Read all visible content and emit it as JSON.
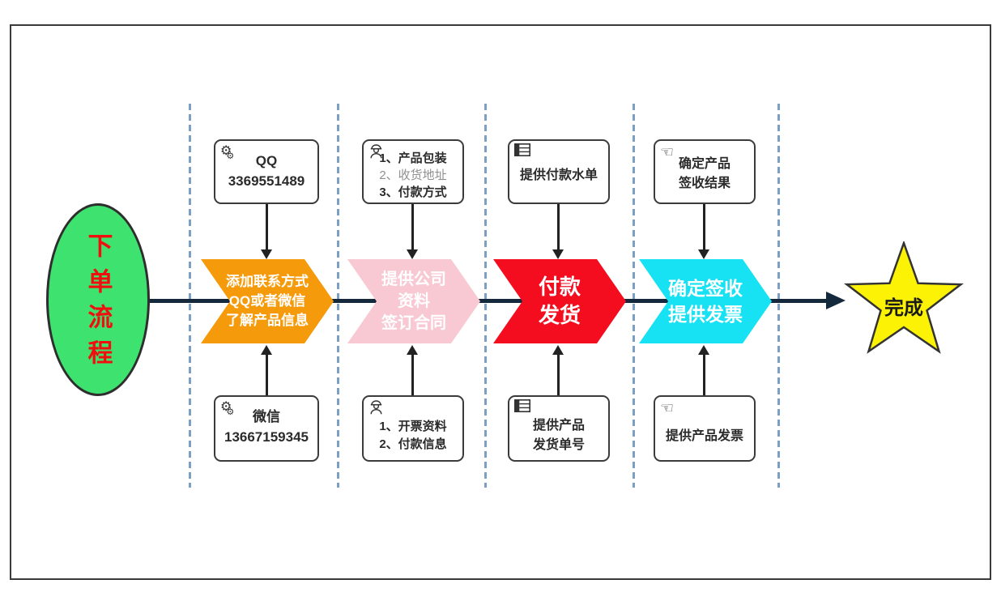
{
  "diagram": {
    "start": {
      "label": "下单流程"
    },
    "finish": {
      "label": "完成"
    },
    "chevrons": [
      {
        "name": "add-contact",
        "lines": [
          "添加联系方式",
          "QQ或者微信",
          "了解产品信息"
        ],
        "color": "#f59b0b"
      },
      {
        "name": "provide-company-info",
        "lines": [
          "提供公司",
          "资料",
          "签订合同"
        ],
        "color": "#f8c9d2"
      },
      {
        "name": "pay-and-ship",
        "lines": [
          "付款",
          "发货"
        ],
        "color": "#f30d1e"
      },
      {
        "name": "confirm-sign-invoice",
        "lines": [
          "确定签收",
          "提供发票"
        ],
        "color": "#17e2f4"
      }
    ],
    "boxes": {
      "top": [
        {
          "icon": "gears-icon",
          "lines": [
            "QQ",
            "3369551489"
          ]
        },
        {
          "icon": "worker-icon",
          "lines": [
            "1、产品包装",
            "2、收货地址",
            "3、付款方式"
          ]
        },
        {
          "icon": "table-icon",
          "lines": [
            "提供付款水单"
          ]
        },
        {
          "icon": "hand-icon",
          "lines": [
            "确定产品",
            "签收结果"
          ]
        }
      ],
      "bottom": [
        {
          "icon": "gears-icon",
          "lines": [
            "微信",
            "13667159345"
          ]
        },
        {
          "icon": "worker-icon",
          "lines": [
            "1、开票资料",
            "2、付款信息"
          ]
        },
        {
          "icon": "table-icon",
          "lines": [
            "提供产品",
            "发货单号"
          ]
        },
        {
          "icon": "hand-icon",
          "lines": [
            "提供产品发票"
          ]
        }
      ]
    },
    "colors": {
      "start_ellipse": "#3ee26e",
      "start_text": "#f10e0e",
      "chevron_orange": "#f59b0b",
      "chevron_pink": "#f8c9d2",
      "chevron_red": "#f30d1e",
      "chevron_cyan": "#17e2f4",
      "star_yellow": "#fcf205",
      "main_line": "#15293d",
      "dashed_line": "#7ba0c4"
    }
  }
}
